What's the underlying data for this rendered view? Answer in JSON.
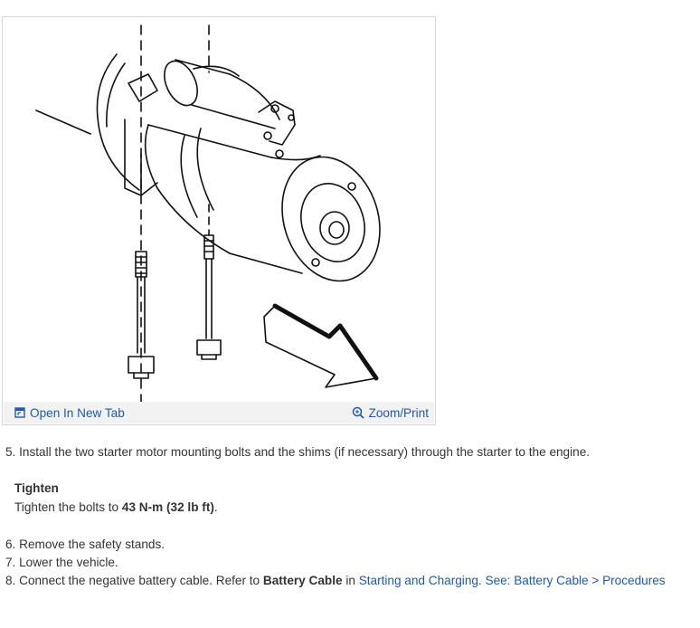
{
  "figure": {
    "open_new_tab_label": "Open In New Tab",
    "zoom_print_label": "Zoom/Print",
    "link_color": "#1e5aa8"
  },
  "steps": [
    {
      "number": "5.",
      "text": "Install the two starter motor mounting bolts and the shims (if necessary) through the starter to the engine."
    },
    {
      "number": "6.",
      "text": "Remove the safety stands."
    },
    {
      "number": "7.",
      "text": "Lower the vehicle."
    }
  ],
  "tighten": {
    "title": "Tighten",
    "prefix": "Tighten the bolts to ",
    "value": "43 N-m (32 lb ft)",
    "suffix": "."
  },
  "step8": {
    "number": "8.",
    "prefix": "Connect the negative battery cable. Refer to ",
    "bold": "Battery Cable",
    "mid": " in ",
    "link1": "Starting and Charging.",
    "link2": "See: Battery Cable > Procedures"
  }
}
